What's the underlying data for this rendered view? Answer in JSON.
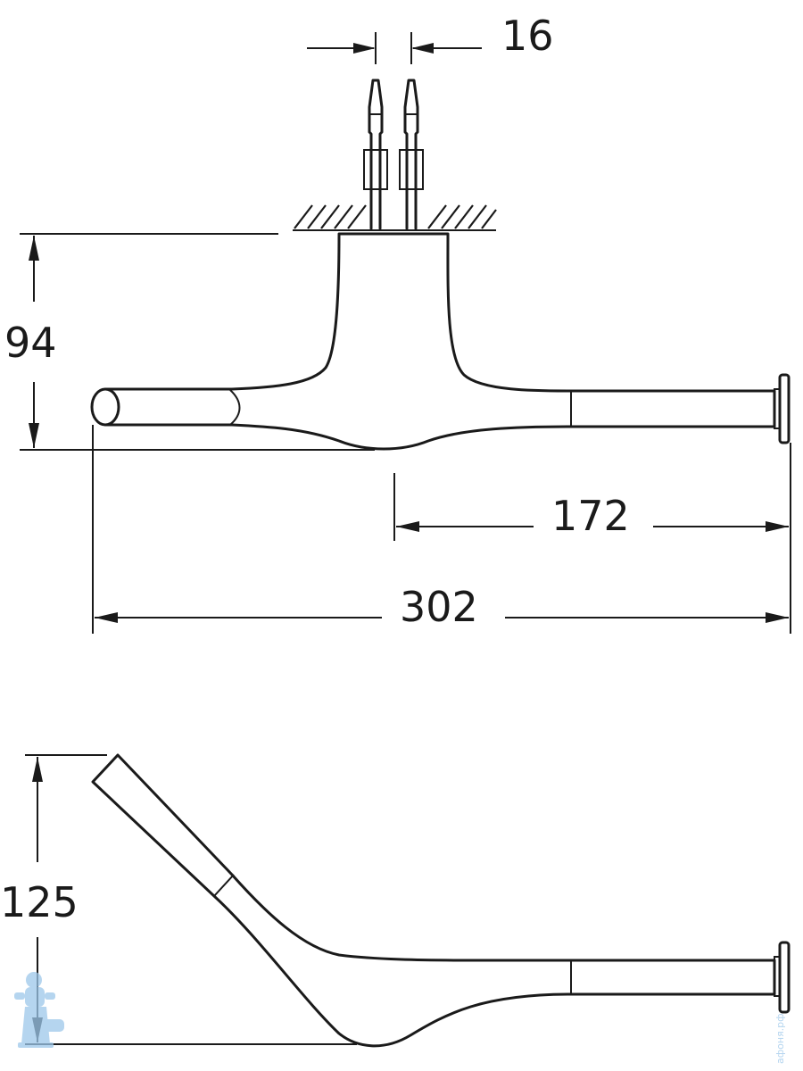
{
  "dimensions": {
    "hole_spacing": "16",
    "top_height": "94",
    "center_to_wall": "172",
    "overall_length": "302",
    "side_height": "125"
  },
  "watermark": {
    "text": "афоня.рф",
    "icon": "plumber-mascot-icon",
    "color": "#9cc7ea"
  }
}
